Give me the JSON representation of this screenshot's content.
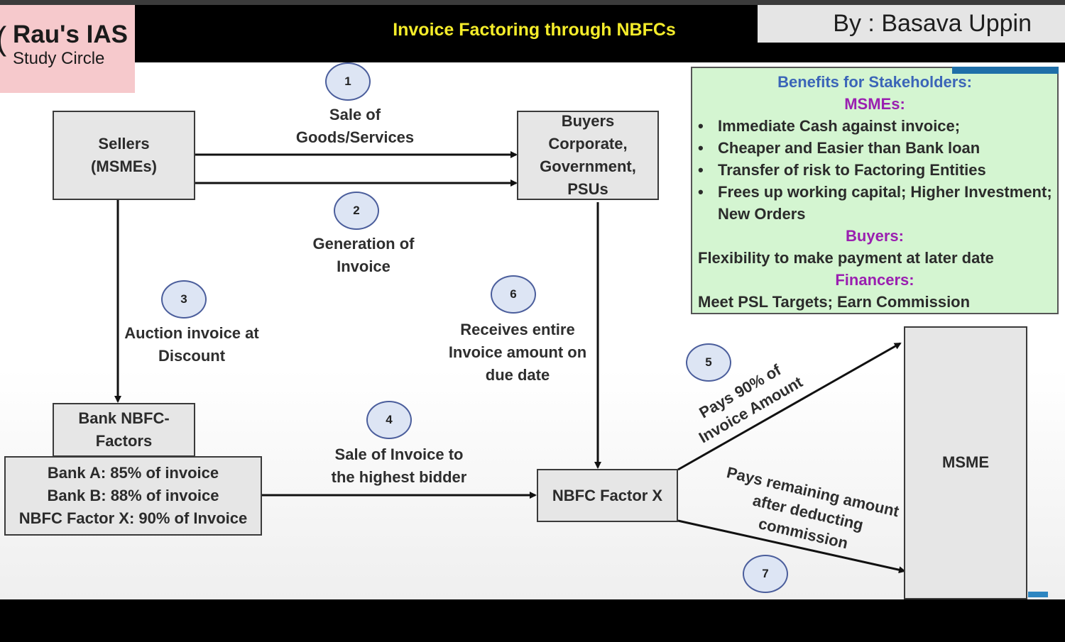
{
  "header": {
    "logo_line1": "Rau's IAS",
    "logo_line2": "Study Circle",
    "title": "Invoice Factoring through NBFCs",
    "author": "By : Basava Uppin"
  },
  "boxes": {
    "sellers": "Sellers (MSMEs)",
    "buyers": "Buyers Corporate, Government, PSUs",
    "bank": "Bank NBFC-Factors",
    "bids": [
      "Bank A: 85% of invoice",
      "Bank B: 88% of invoice",
      "NBFC Factor X: 90% of Invoice"
    ],
    "nbfc_x": "NBFC Factor X",
    "msme": "MSME"
  },
  "steps": [
    {
      "num": "1",
      "label": "Sale of Goods/Services"
    },
    {
      "num": "2",
      "label": "Generation of Invoice"
    },
    {
      "num": "3",
      "label": "Auction invoice at Discount"
    },
    {
      "num": "4",
      "label": "Sale of Invoice to the highest bidder"
    },
    {
      "num": "5",
      "label": "Pays 90% of Invoice Amount"
    },
    {
      "num": "6",
      "label": "Receives entire Invoice amount on due date"
    },
    {
      "num": "7",
      "label": "Pays remaining amount after deducting commission"
    }
  ],
  "benefits": {
    "title": "Benefits for Stakeholders:",
    "msme_heading": "MSMEs:",
    "msme_points": [
      "Immediate Cash against invoice;",
      "Cheaper and Easier than Bank loan",
      "Transfer of risk to Factoring Entities",
      "Frees up working capital; Higher Investment; New Orders"
    ],
    "buyers_heading": "Buyers:",
    "buyers_text": "Flexibility to make payment at later date",
    "financers_heading": "Financers:",
    "financers_text": "Meet PSL Targets; Earn Commission"
  },
  "colors": {
    "title_yellow": "#f4ec2a",
    "benefits_bg": "#d4f5d1",
    "heading_blue": "#3b65b8",
    "heading_purple": "#9a1fb0",
    "circle_fill": "#dde5f4",
    "circle_border": "#4b5e9c"
  }
}
